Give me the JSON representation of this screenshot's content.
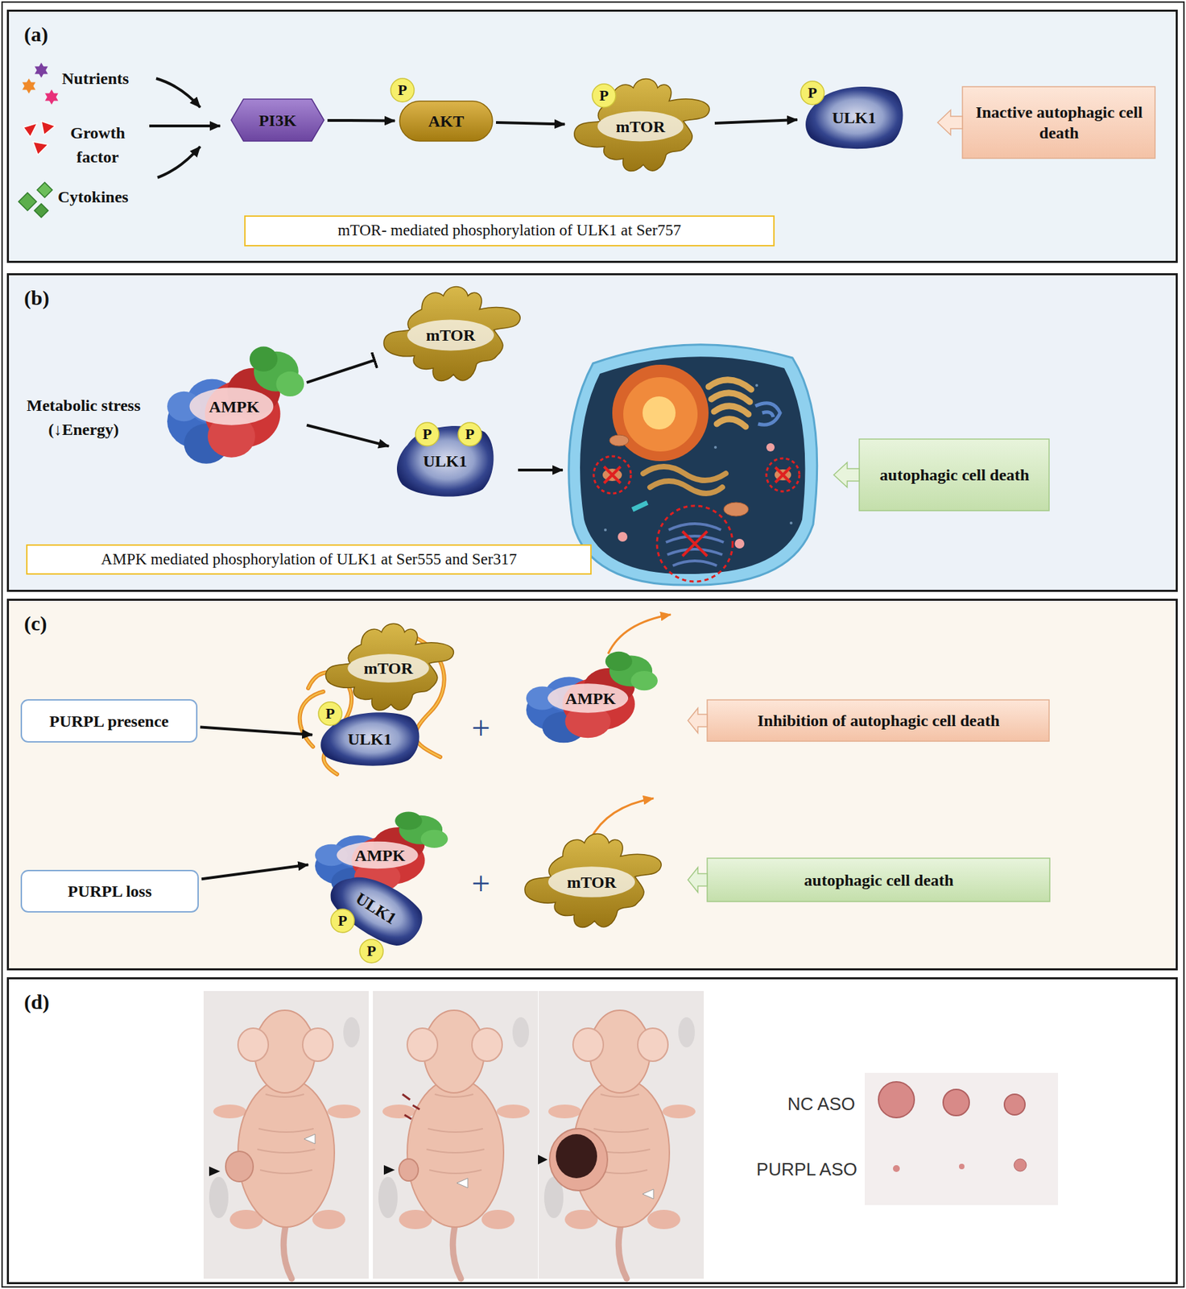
{
  "diagram": {
    "nodes": [
      {
        "text": [
          "(a)"
        ]
      },
      {
        "text": [
          "PI3K"
        ],
        "in": 0
      },
      {
        "text": [
          "P"
        ],
        "in": 0
      },
      {
        "text": [
          "AKT"
        ],
        "in": 0
      },
      {
        "text": [
          "P"
        ],
        "in": 0
      },
      {
        "text": [
          "mTOR"
        ],
        "in": 0
      },
      {
        "text": [
          "P"
        ],
        "in": 0
      },
      {
        "text": [
          "ULK1"
        ],
        "in": 0
      },
      {
        "text": [
          "Inactive autophagic cell death"
        ],
        "in": 0
      },
      {
        "text": [
          "mTOR- mediated phosphorylation of ULK1 at Ser757"
        ],
        "in": 0
      },
      {
        "text": [
          "(b)"
        ]
      },
      {
        "text": [
          "AMPK"
        ],
        "in": 10
      },
      {
        "text": [
          "mTOR"
        ],
        "in": 10
      },
      {
        "text": [
          "P"
        ],
        "in": 10
      },
      {
        "text": [
          "P"
        ],
        "in": 10
      },
      {
        "text": [
          "ULK1"
        ],
        "in": 10
      },
      {
        "text": [
          "autophagic cell death"
        ],
        "in": 10
      },
      {
        "text": [
          "AMPK mediated phosphorylation of ULK1 at Ser555 and Ser317"
        ],
        "in": 10
      },
      {
        "text": [
          "(c)"
        ]
      },
      {
        "text": [
          "PURPL presence"
        ],
        "in": 18
      },
      {
        "text": [
          "mTOR"
        ],
        "in": 18
      },
      {
        "text": [
          "P"
        ],
        "in": 18
      },
      {
        "text": [
          "ULK1"
        ],
        "in": 18
      },
      {
        "text": [
          "AMPK"
        ],
        "in": 18
      },
      {
        "text": [
          "Inhibition of autophagic cell death"
        ],
        "in": 18
      },
      {
        "text": [
          "PURPL loss"
        ],
        "in": 18
      },
      {
        "text": [
          "AMPK"
        ],
        "in": 18
      },
      {
        "text": [
          "ULK1"
        ],
        "in": 18
      },
      {
        "text": [
          "P"
        ],
        "in": 18
      },
      {
        "text": [
          "P"
        ],
        "in": 18
      },
      {
        "text": [
          "mTOR"
        ],
        "in": 18
      },
      {
        "text": [
          "autophagic cell death"
        ],
        "in": 18
      },
      {
        "text": [
          "(d)"
        ]
      }
    ],
    "edges": [
      {
        "from": 1,
        "to": 3,
        "arrow": "to"
      },
      {
        "from": 3,
        "to": 5,
        "arrow": "to"
      },
      {
        "from": 5,
        "to": 7,
        "arrow": "to"
      },
      {
        "from": 11,
        "to": 12,
        "arrow": "to"
      },
      {
        "from": 11,
        "to": 15,
        "arrow": "to"
      },
      {
        "from": 19,
        "to": 22,
        "arrow": "to"
      },
      {
        "from": 25,
        "to": 26,
        "arrow": "to"
      }
    ],
    "labels": [
      "Nutrients",
      "Growth factor",
      "Cytokines",
      "Metabolic stress (↓Energy)",
      "+",
      "+",
      "NC ASO",
      "PURPL ASO"
    ]
  }
}
